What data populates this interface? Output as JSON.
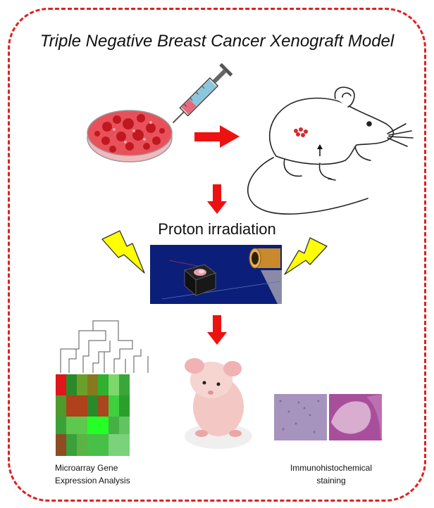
{
  "title": "Triple Negative Breast Cancer Xenograft Model",
  "steps": {
    "irradiation_label": "Proton irradiation"
  },
  "outputs": {
    "microarray": {
      "line1": "Microarray Gene",
      "line2": "Expression Analysis"
    },
    "ihc": {
      "line1": "Immunohistochemical",
      "line2": "staining"
    }
  },
  "colors": {
    "frame": "#e02020",
    "arrow": "#ee1111",
    "cell_red": "#d8282e",
    "lightning": "#ffff00",
    "stage_bg": "#0b1f7a",
    "heatmap_red": "#d42b1f",
    "heatmap_green": "#3fcf3f"
  },
  "icons": [
    "petri-dish-icon",
    "syringe-icon",
    "mouse-icon",
    "lightning-icon",
    "nude-mouse-icon",
    "dendrogram-icon"
  ]
}
